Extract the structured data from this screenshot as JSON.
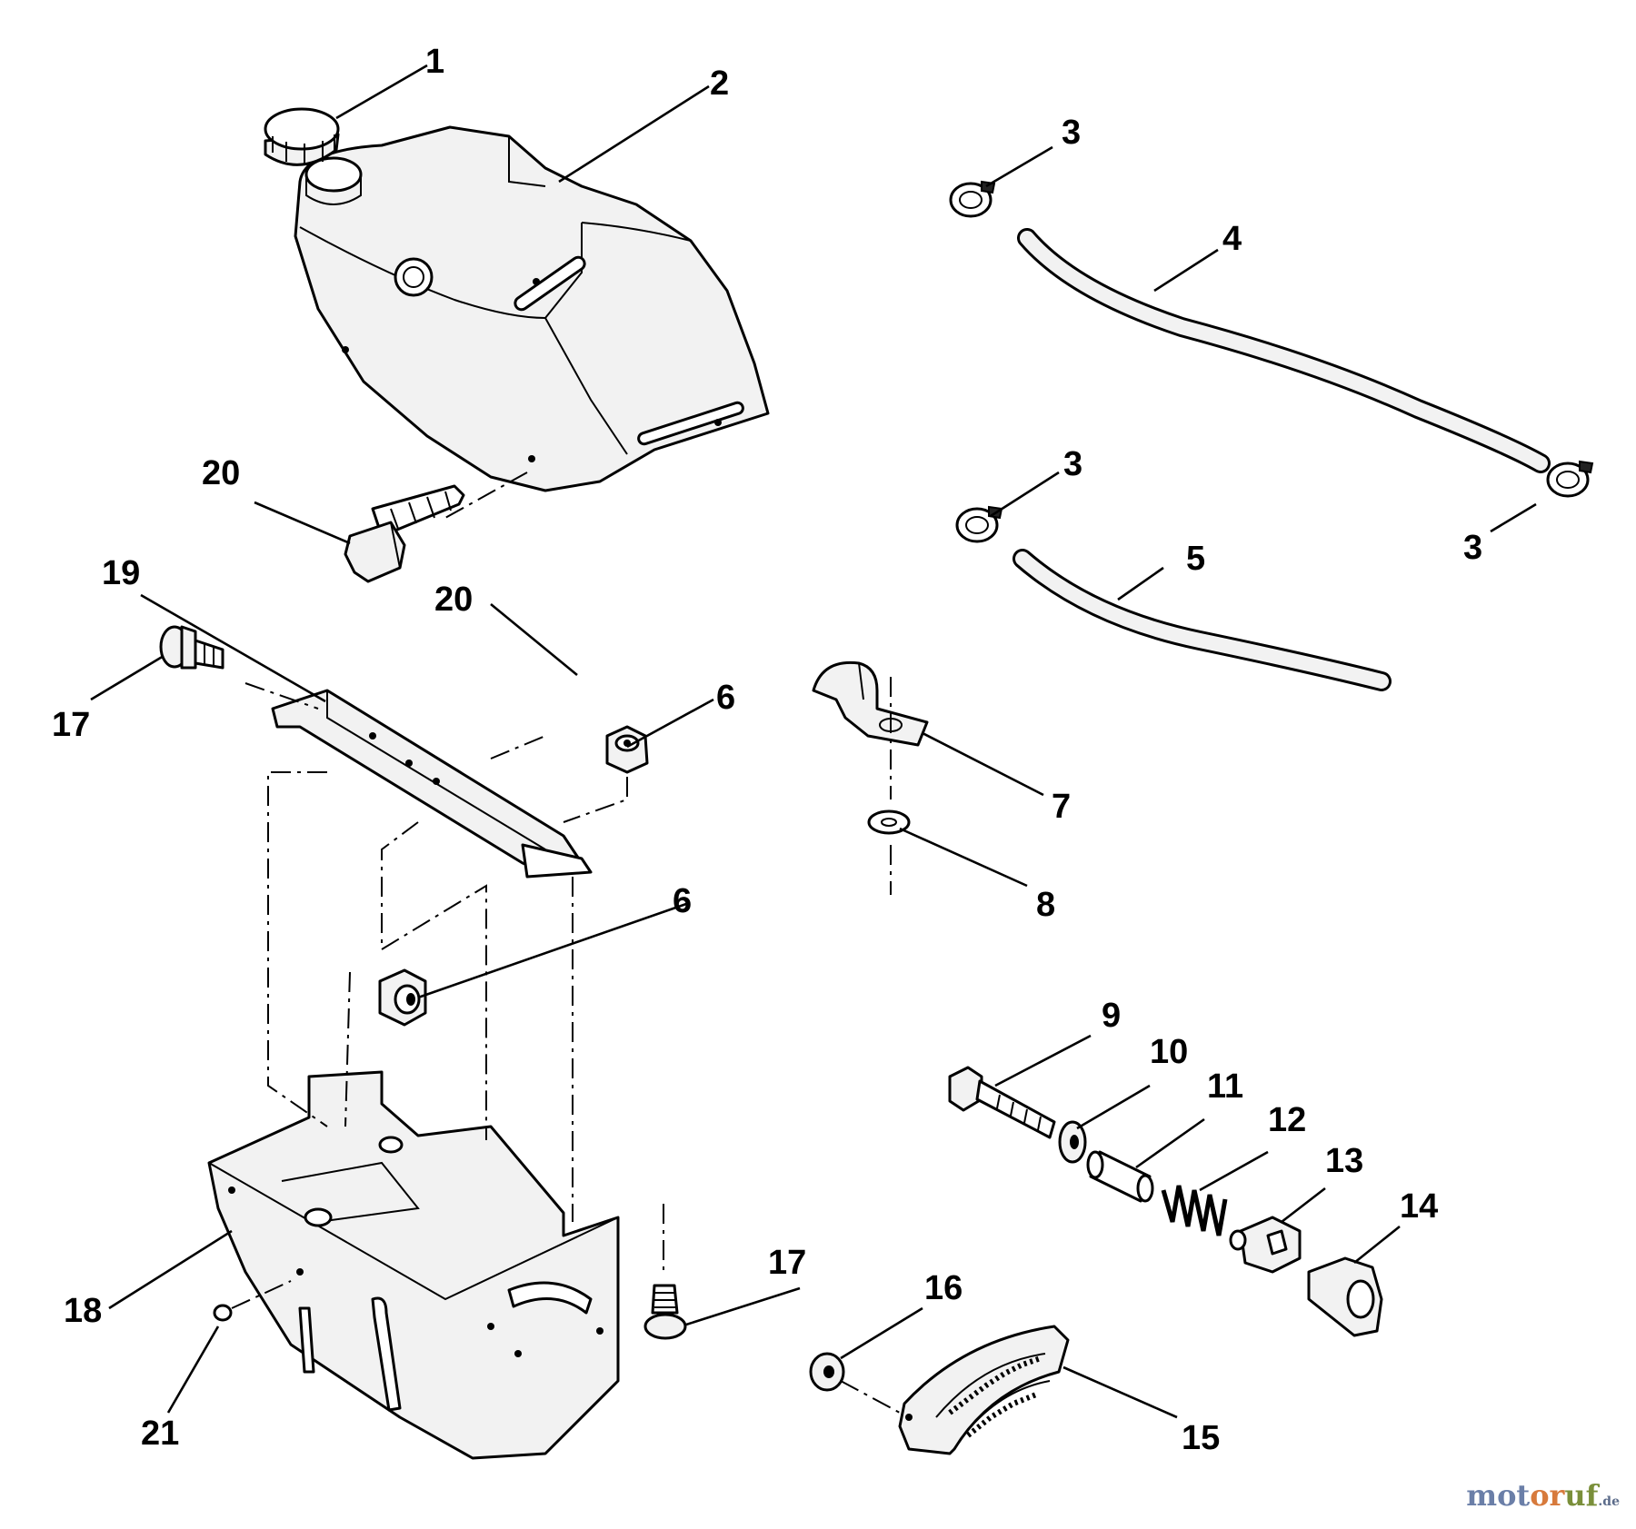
{
  "callouts": {
    "c1": "1",
    "c2": "2",
    "c3a": "3",
    "c3b": "3",
    "c3c": "3",
    "c4": "4",
    "c5": "5",
    "c6a": "6",
    "c6b": "6",
    "c7": "7",
    "c8": "8",
    "c9": "9",
    "c10": "10",
    "c11": "11",
    "c12": "12",
    "c13": "13",
    "c14": "14",
    "c15": "15",
    "c16": "16",
    "c17a": "17",
    "c17b": "17",
    "c18": "18",
    "c19": "19",
    "c20a": "20",
    "c20b": "20",
    "c21": "21"
  },
  "watermark": {
    "part1": "mot",
    "part2": "or",
    "part3": "uf",
    "part4": ".de"
  }
}
